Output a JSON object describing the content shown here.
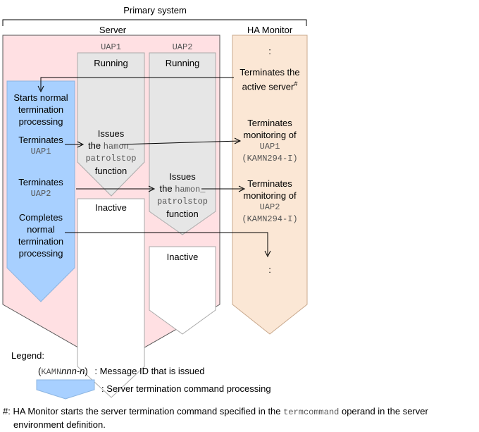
{
  "title": "Primary system",
  "server": {
    "label": "Server",
    "uap1": "UAP1",
    "uap2": "UAP2",
    "uap1_running": "Running",
    "uap2_running": "Running",
    "uap1_inactive": "Inactive",
    "uap2_inactive": "Inactive"
  },
  "hamonitor": {
    "label": "HA Monitor",
    "dots_top": ":",
    "terminates_active_1": "Terminates the",
    "terminates_active_2": "active server",
    "terminates_active_mark": "#",
    "mon1_line1": "Terminates",
    "mon1_line2": "monitoring of",
    "mon1_line3": "UAP1",
    "mon1_line4": "(KAMN294-I)",
    "mon2_line1": "Terminates",
    "mon2_line2": "monitoring of",
    "mon2_line3": "UAP2",
    "mon2_line4": "(KAMN294-I)",
    "dots_bottom": ":"
  },
  "command": {
    "start_1": "Starts normal",
    "start_2": "termination",
    "start_3": "processing",
    "term1_1": "Terminates",
    "term1_2": "UAP1",
    "term2_1": "Terminates",
    "term2_2": "UAP2",
    "complete_1": "Completes",
    "complete_2": "normal",
    "complete_3": "termination",
    "complete_4": "processing"
  },
  "uap1_issue": {
    "l1": "Issues",
    "l2a": "the ",
    "l2b": "hamon_",
    "l3": "patrolstop",
    "l4": "function"
  },
  "uap2_issue": {
    "l1": "Issues",
    "l2a": "the ",
    "l2b": "hamon_",
    "l3": "patrolstop",
    "l4": "function"
  },
  "legend": {
    "title": "Legend:",
    "msg_open": "(",
    "msg_code": "KAMN",
    "msg_italic": "nnn-n",
    "msg_close": ")",
    "msg_desc": ": Message ID that is issued",
    "cmd_desc": ": Server termination command processing"
  },
  "footnote": {
    "mark": "#:",
    "text1": "HA Monitor starts the server termination command specified in the ",
    "code": "termcommand",
    "text2": " operand in the server",
    "line2": "environment definition."
  },
  "colors": {
    "server_bg": "#ffe0e3",
    "monitor_bg": "#fbe7d5",
    "uap_gray": "#e6e6e6",
    "command_blue": "#a8d0ff",
    "border": "#999999"
  }
}
